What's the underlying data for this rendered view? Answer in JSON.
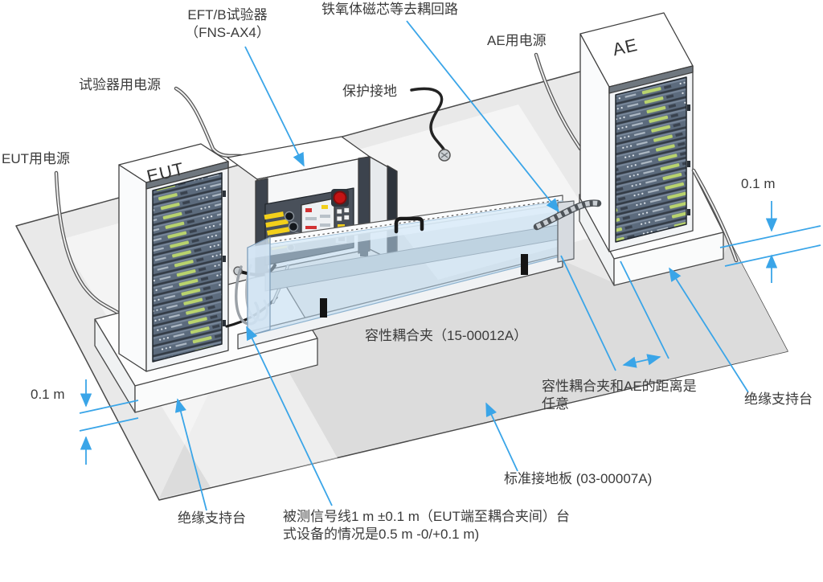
{
  "diagram": {
    "labels": {
      "tester_title_1": "EFT/B试验器",
      "tester_title_2": "（FNS-AX4）",
      "ferrite": "铁氧体磁芯等去耦回路",
      "ae_power": "AE用电源",
      "ae": "AE",
      "tester_power": "试验器用电源",
      "earth": "保护接地",
      "eut_power": "EUT用电源",
      "eut": "EUT",
      "dim_right": "0.1 m",
      "clamp": "容性耦合夹（15-00012A）",
      "dist_1": "容性耦合夹和AE的距离是",
      "dist_2": "任意",
      "support_right": "绝缘支持台",
      "ground_plate": "标准接地板 (03-00007A)",
      "dim_left": "0.1 m",
      "support_left": "绝缘支持台",
      "signal_1": "被测信号线1 m ±0.1 m（EUT端至耦合夹间）台",
      "signal_2": "式设备的情况是0.5 m -0/+0.1 m)"
    },
    "colors": {
      "leader_blue": "#3aa5e8",
      "text": "#3b3b3b",
      "plane_gray": "#e9e9e9",
      "plane_dark_gray": "#dcdcdc",
      "server_panel": "#5c6b7d",
      "led_green": "#b9d36e",
      "clamp_blue": "#cfe3f2",
      "estop_red": "#c41414",
      "sticker_yellow": "#f2cf1b"
    }
  }
}
